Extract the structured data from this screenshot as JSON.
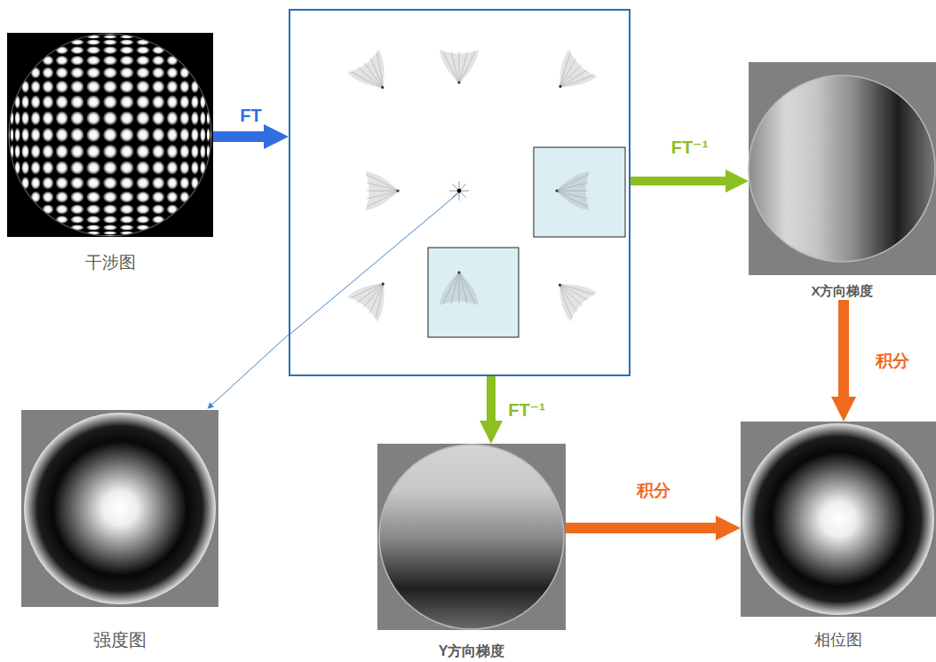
{
  "diagram": {
    "nodes": [
      {
        "text": [
          "干涉图"
        ]
      },
      {
        "text": []
      },
      {
        "text": [
          "X方向梯度"
        ]
      },
      {
        "text": [
          "强度图"
        ]
      },
      {
        "text": [
          "Y方向梯度"
        ]
      },
      {
        "text": [
          "相位图"
        ]
      }
    ],
    "edges": [
      {
        "from": 0,
        "to": 1,
        "arrow": "to",
        "label": "FT"
      },
      {
        "from": 1,
        "to": 2,
        "arrow": "to",
        "label": "FT⁻¹"
      },
      {
        "from": 1,
        "to": 3,
        "arrow": "to"
      },
      {
        "from": 1,
        "to": 4,
        "arrow": "to",
        "label": "FT⁻¹"
      },
      {
        "from": 2,
        "to": 5,
        "arrow": "to",
        "label": "积分"
      },
      {
        "from": 4,
        "to": 5,
        "arrow": "to",
        "label": "积分"
      }
    ]
  }
}
